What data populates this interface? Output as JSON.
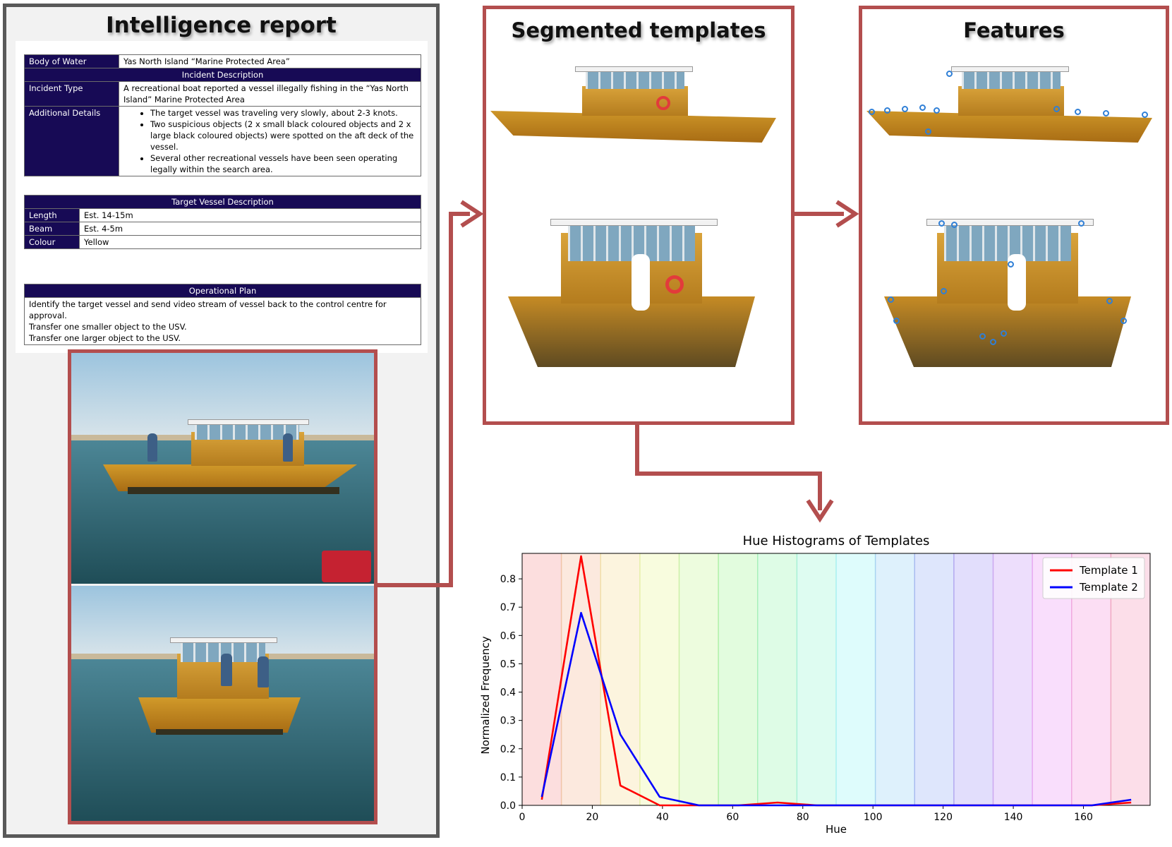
{
  "left_panel": {
    "title": "Intelligence report"
  },
  "report": {
    "body_of_water_label": "Body of Water",
    "body_of_water_value": "Yas North Island “Marine Protected Area”",
    "incident_header": "Incident Description",
    "incident_type_label": "Incident Type",
    "incident_type_value": "A recreational boat reported a vessel illegally fishing in the “Yas North Island” Marine Protected Area",
    "additional_label": "Additional Details",
    "additional_items": [
      "The target vessel was traveling very slowly, about 2-3 knots.",
      "Two suspicious objects (2 x small black coloured objects and 2 x large black coloured objects) were spotted on the aft deck of the vessel.",
      "Several other recreational vessels have been seen operating legally within the search area."
    ],
    "target_header": "Target Vessel Description",
    "length_label": "Length",
    "length_value": "Est. 14-15m",
    "beam_label": "Beam",
    "beam_value": "Est. 4-5m",
    "colour_label": "Colour",
    "colour_value": "Yellow",
    "plan_header": "Operational Plan",
    "plan_lines": [
      "Identify the target vessel and send video stream of vessel back to the control centre for approval.",
      "Transfer one smaller object to the USV.",
      "Transfer one larger object to the USV."
    ]
  },
  "segmented": {
    "title": "Segmented templates"
  },
  "features": {
    "title": "Features"
  },
  "colors": {
    "accent_red": "#b34e4e",
    "header_navy": "#170a55",
    "template1": "#ff0000",
    "template2": "#0000ff"
  },
  "chart_data": {
    "type": "line",
    "title": "Hue Histograms of Templates",
    "xlabel": "Hue",
    "ylabel": "Normalized Frequency",
    "xlim": [
      0,
      179
    ],
    "ylim": [
      0,
      0.89
    ],
    "xticks": [
      0,
      20,
      40,
      60,
      80,
      100,
      120,
      140,
      160
    ],
    "yticks": [
      0.0,
      0.1,
      0.2,
      0.3,
      0.4,
      0.5,
      0.6,
      0.7,
      0.8
    ],
    "legend_position": "top-right",
    "series": [
      {
        "name": "Template 1",
        "color": "#ff0000",
        "x": [
          5.6,
          16.8,
          28.0,
          39.2,
          50.4,
          61.6,
          72.8,
          84.0,
          95.2,
          106.4,
          117.6,
          128.8,
          140.0,
          151.2,
          162.4,
          173.6
        ],
        "values": [
          0.02,
          0.88,
          0.07,
          0.0,
          0.0,
          0.0,
          0.01,
          0.0,
          0.0,
          0.0,
          0.0,
          0.0,
          0.0,
          0.0,
          0.0,
          0.01
        ]
      },
      {
        "name": "Template 2",
        "color": "#0000ff",
        "x": [
          5.6,
          16.8,
          28.0,
          39.2,
          50.4,
          61.6,
          72.8,
          84.0,
          95.2,
          106.4,
          117.6,
          128.8,
          140.0,
          151.2,
          162.4,
          173.6
        ],
        "values": [
          0.03,
          0.68,
          0.25,
          0.03,
          0.0,
          0.0,
          0.0,
          0.0,
          0.0,
          0.0,
          0.0,
          0.0,
          0.0,
          0.0,
          0.0,
          0.02
        ]
      }
    ],
    "hue_bands": 16,
    "grid": false
  }
}
